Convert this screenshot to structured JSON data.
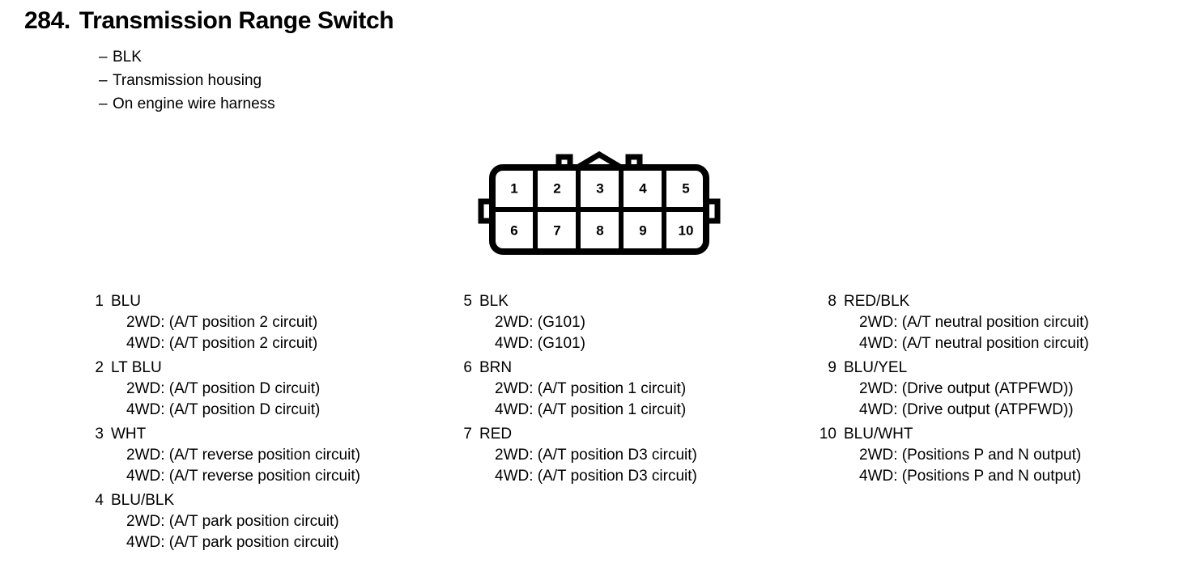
{
  "title": {
    "number": "284.",
    "name": "Transmission Range Switch"
  },
  "attributes": [
    {
      "dash": "–",
      "text": "BLK"
    },
    {
      "dash": "–",
      "text": "Transmission housing"
    },
    {
      "dash": "–",
      "text": "On engine wire harness"
    }
  ],
  "connector": {
    "top_row": [
      "1",
      "2",
      "3",
      "4",
      "5"
    ],
    "bottom_row": [
      "6",
      "7",
      "8",
      "9",
      "10"
    ]
  },
  "columns": [
    {
      "pins": [
        {
          "number": "1",
          "color": "BLU",
          "lines": [
            "2WD: (A/T position 2 circuit)",
            "4WD: (A/T position 2 circuit)"
          ]
        },
        {
          "number": "2",
          "color": "LT BLU",
          "lines": [
            "2WD: (A/T position D circuit)",
            "4WD: (A/T position D circuit)"
          ]
        },
        {
          "number": "3",
          "color": "WHT",
          "lines": [
            "2WD: (A/T reverse position circuit)",
            "4WD: (A/T reverse position circuit)"
          ]
        },
        {
          "number": "4",
          "color": "BLU/BLK",
          "lines": [
            "2WD: (A/T park position circuit)",
            "4WD: (A/T park position circuit)"
          ]
        }
      ]
    },
    {
      "pins": [
        {
          "number": "5",
          "color": "BLK",
          "lines": [
            "2WD: (G101)",
            "4WD: (G101)"
          ]
        },
        {
          "number": "6",
          "color": "BRN",
          "lines": [
            "2WD: (A/T position 1 circuit)",
            "4WD: (A/T position 1 circuit)"
          ]
        },
        {
          "number": "7",
          "color": "RED",
          "lines": [
            "2WD: (A/T position D3 circuit)",
            "4WD: (A/T position D3 circuit)"
          ]
        }
      ]
    },
    {
      "pins": [
        {
          "number": "8",
          "color": "RED/BLK",
          "lines": [
            "2WD: (A/T neutral position circuit)",
            "4WD: (A/T neutral position circuit)"
          ]
        },
        {
          "number": "9",
          "color": "BLU/YEL",
          "lines": [
            "2WD: (Drive output (ATPFWD))",
            "4WD: (Drive output (ATPFWD))"
          ]
        },
        {
          "number": "10",
          "color": "BLU/WHT",
          "lines": [
            "2WD: (Positions P and N output)",
            "4WD: (Positions P and N output)"
          ]
        }
      ]
    }
  ]
}
